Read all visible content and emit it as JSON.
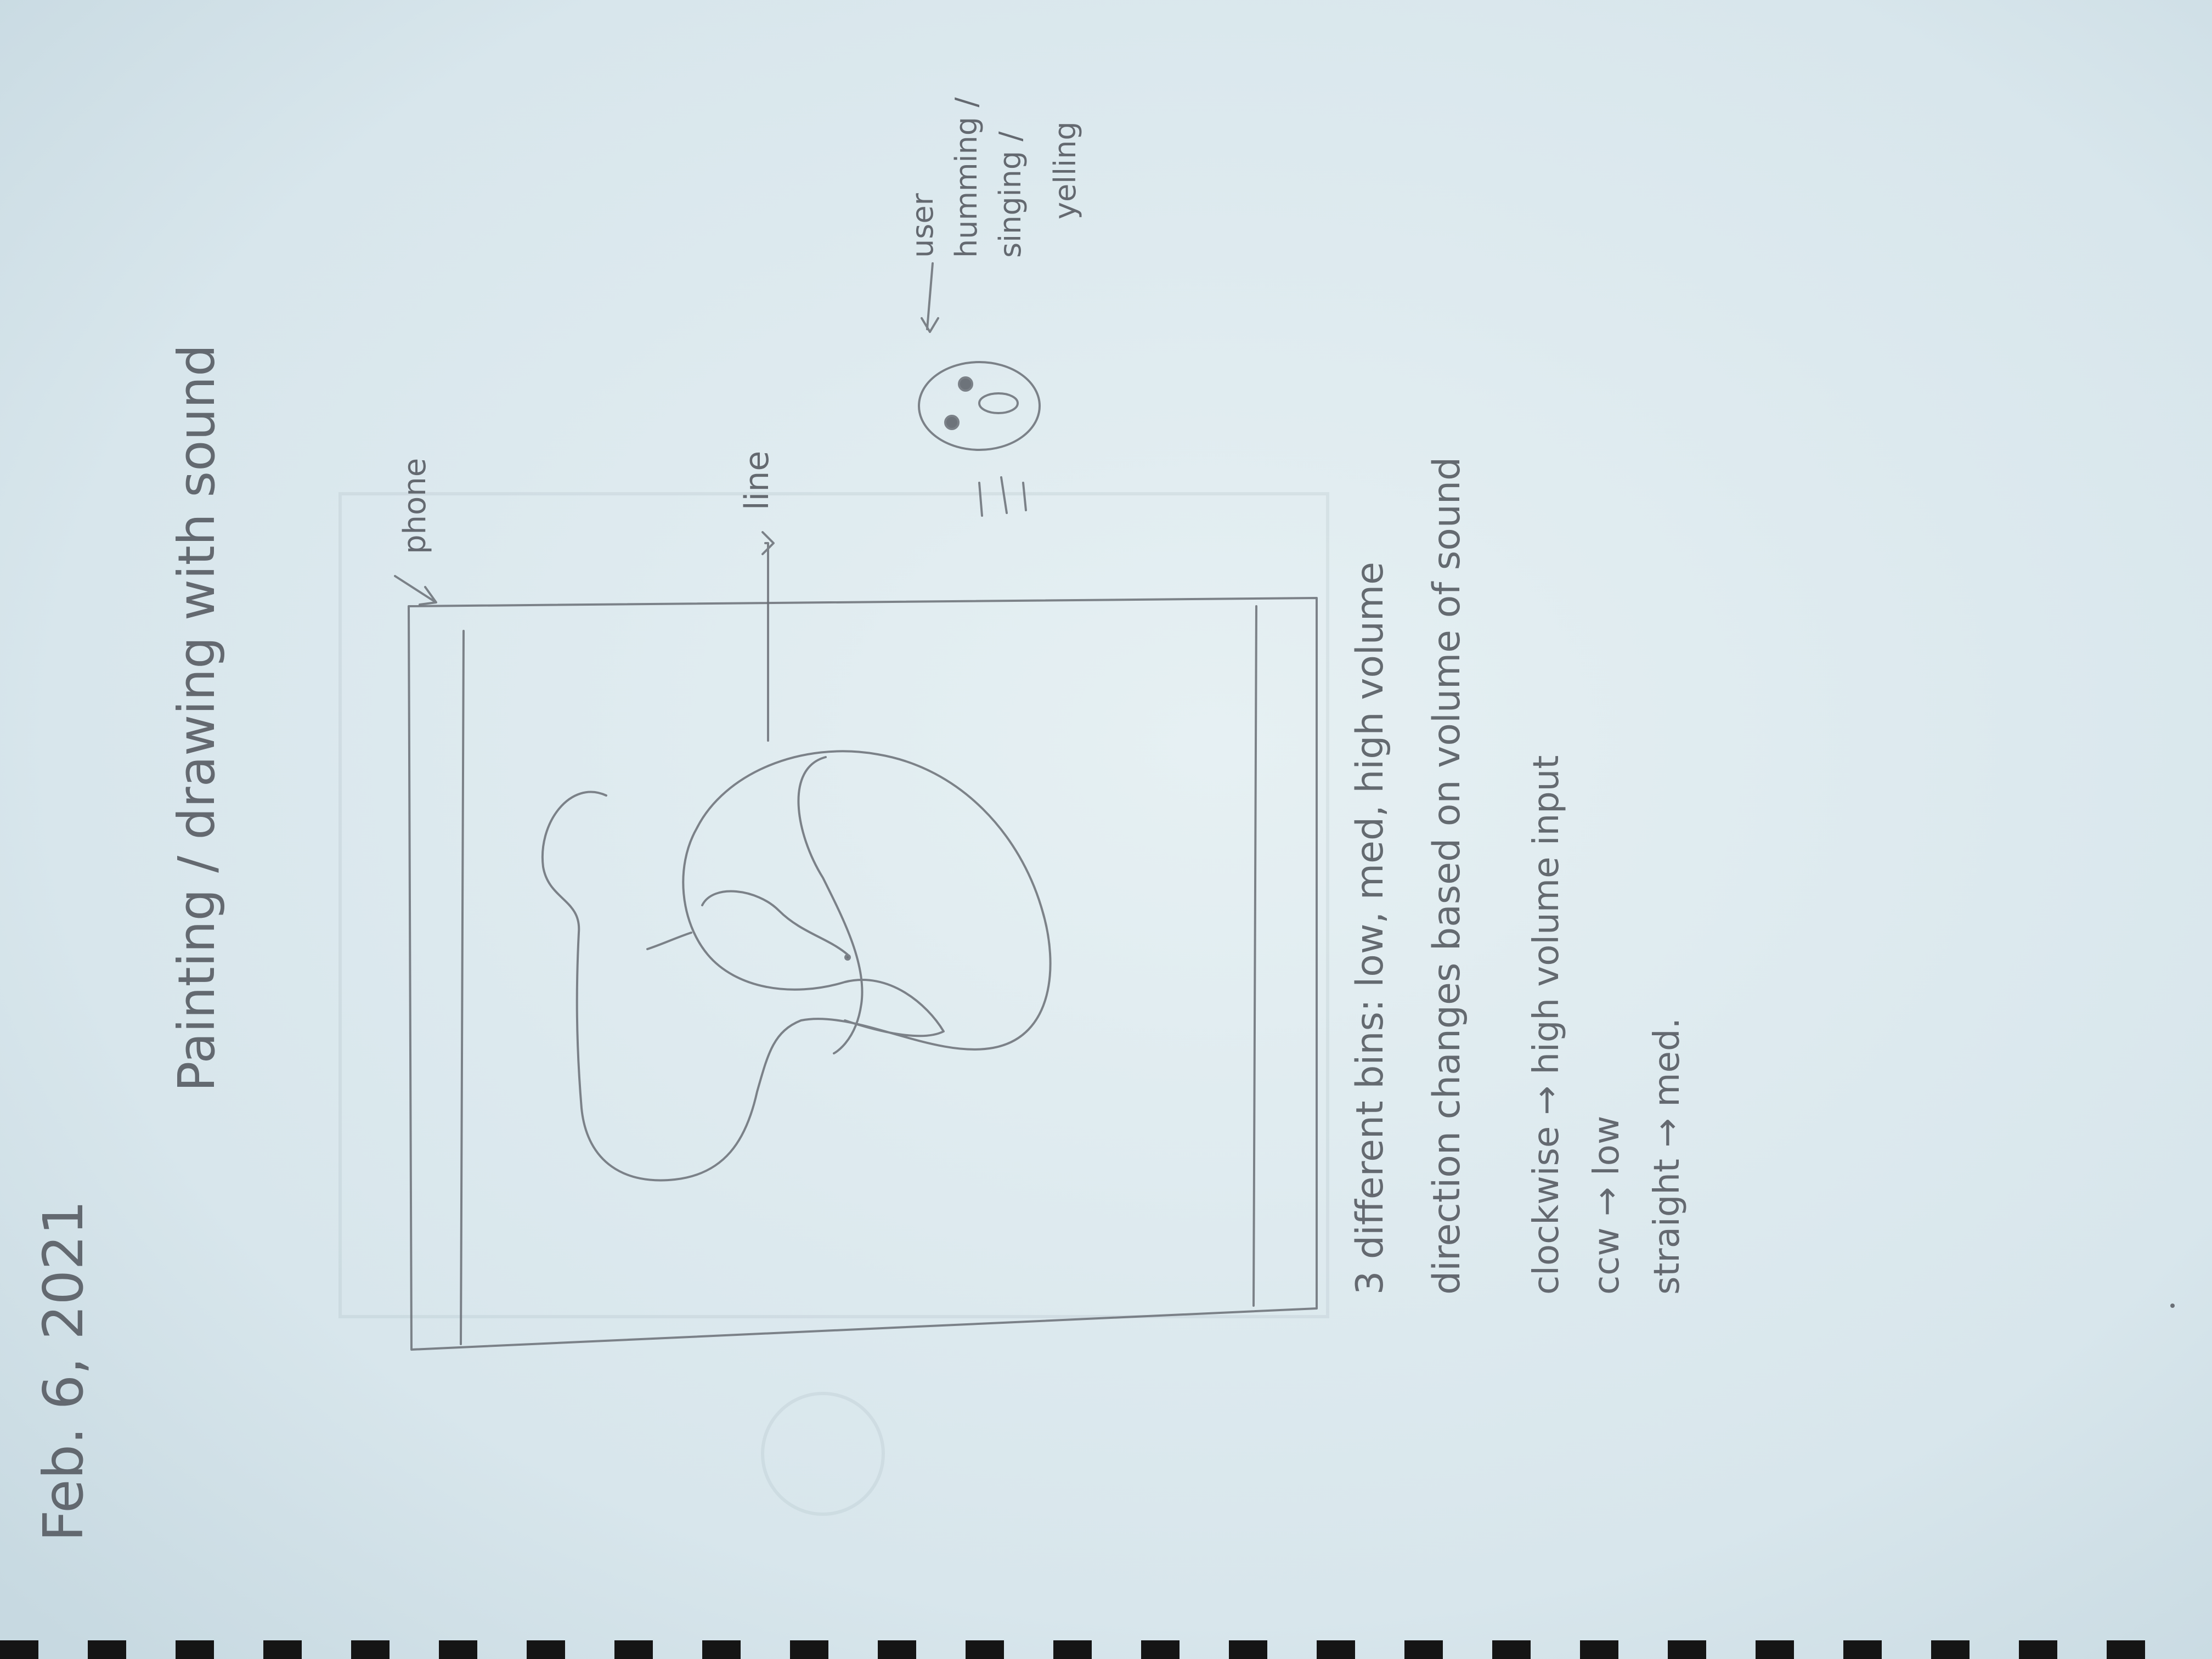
{
  "notebook": {
    "date": "Feb. 6, 2021",
    "title": "Painting / drawing with sound"
  },
  "sketch": {
    "phone_label": "phone",
    "line_label": "line",
    "user_label": "user",
    "user_actions": [
      "humming /",
      "singing /",
      "yelling"
    ]
  },
  "notes": {
    "line1": "3 different bins: low, med, high volume",
    "line2": "direction changes based on volume of sound",
    "line3": "clockwise → high volume input",
    "line4": "ccw → low",
    "line5": "straight → med."
  },
  "colors": {
    "paper": "#dde9ee",
    "pencil": "#6a6f76",
    "binding": "#151515"
  }
}
